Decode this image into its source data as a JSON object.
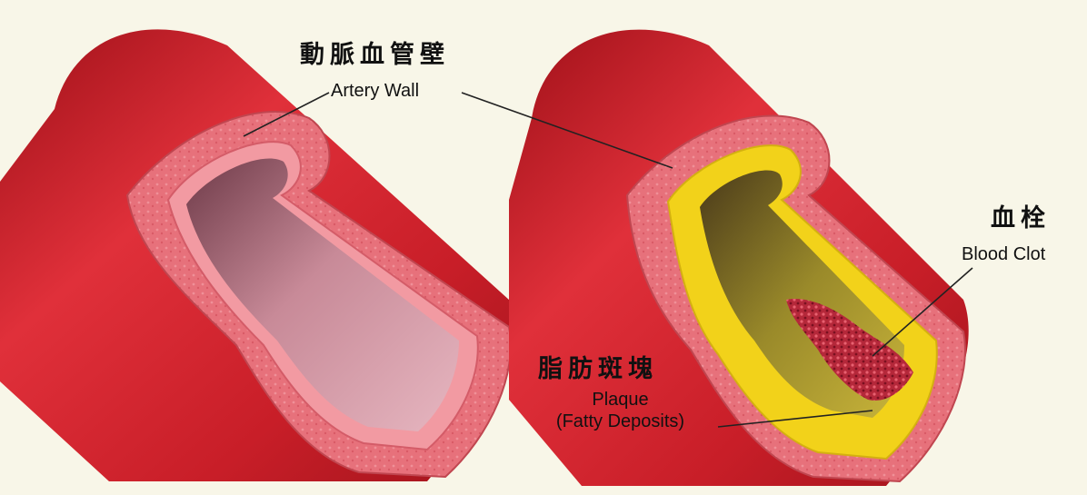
{
  "labels": {
    "artery_wall_zh": "動脈血管壁",
    "artery_wall_en": "Artery Wall",
    "blood_clot_zh": "血栓",
    "blood_clot_en": "Blood Clot",
    "plaque_zh": "脂肪斑塊",
    "plaque_en_line1": "Plaque",
    "plaque_en_line2": "(Fatty Deposits)"
  },
  "colors": {
    "background": "#f8f6e8",
    "artery_outer": "#c8202a",
    "artery_wall_layer": "#e8707a",
    "lumen_healthy": "#c98a99",
    "plaque": "#f2d21a",
    "clot": "#b5283a"
  }
}
